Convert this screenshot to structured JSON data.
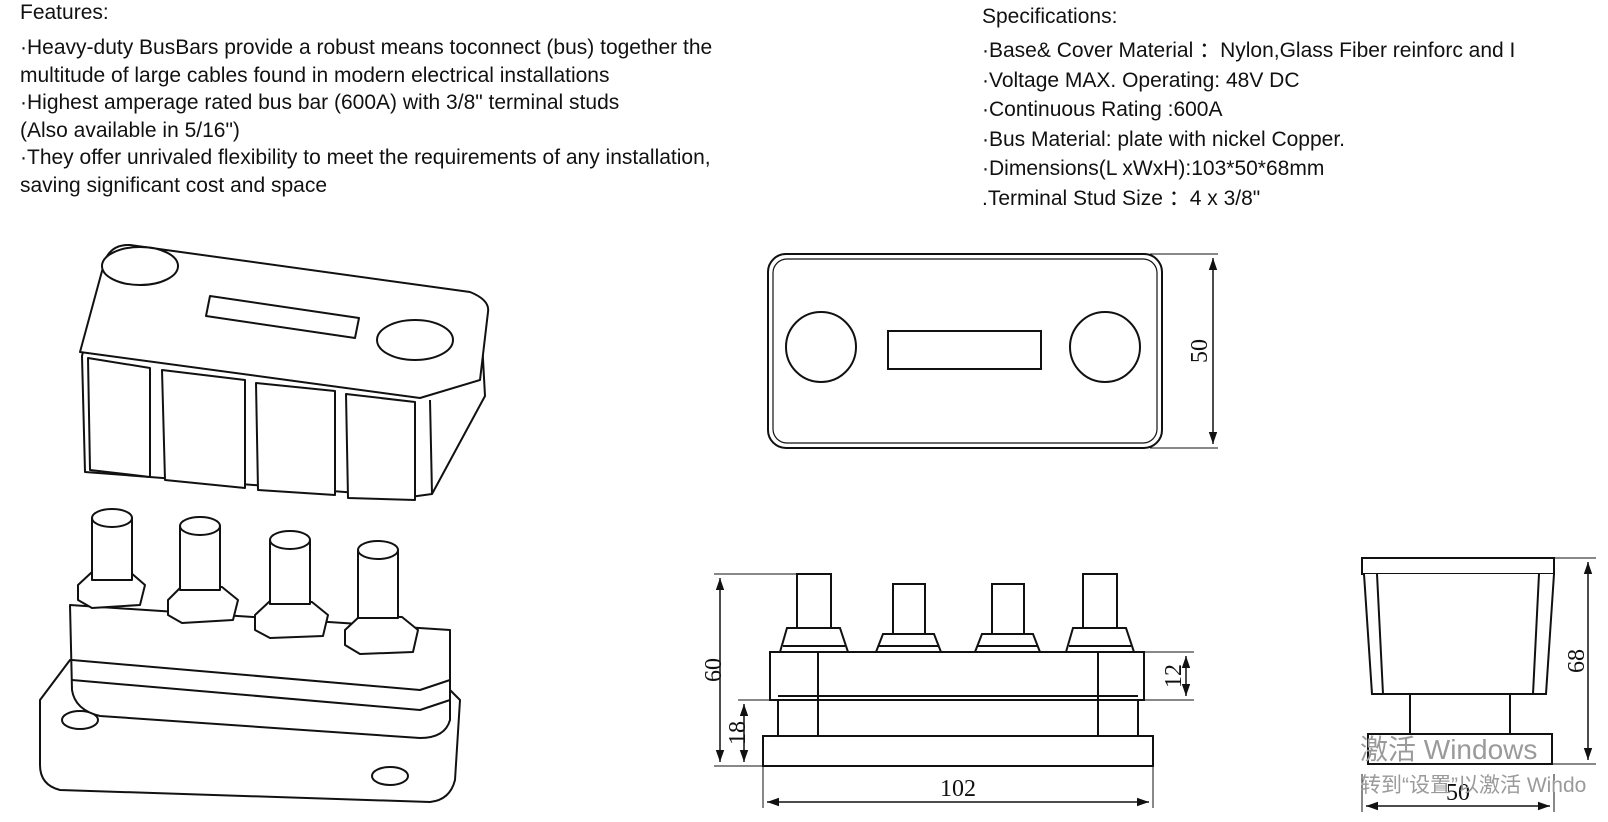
{
  "features": {
    "heading": "Features:",
    "lines": [
      "·Heavy-duty BusBars provide a robust means toconnect (bus) together the",
      "multitude of large cables found in modern electrical installations",
      "·Highest amperage rated bus bar (600A) with 3/8\" terminal studs",
      "(Also available in 5/16\")",
      "·They offer unrivaled flexibility to meet the requirements of any installation,",
      "saving significant cost and space"
    ]
  },
  "specifications": {
    "heading": "Specifications:",
    "lines": [
      "·Base& Cover Material ：Nylon,Glass Fiber reinforc and I",
      "·Voltage MAX. Operating: 48V DC",
      "·Continuous Rating :600A",
      " ·Bus Material:  plate with nickel Copper.",
      "·Dimensions(L xWxH):103*50*68mm",
      ".Terminal Stud Size ：4 x 3/8\""
    ]
  },
  "dimensions": {
    "top_view_width": "50",
    "front_height_total": "60",
    "front_base_height": "18",
    "front_stud_height": "12",
    "front_length": "102",
    "side_height": "68",
    "side_width": "50"
  },
  "watermark": {
    "line1": "激活 Windows",
    "line2": "转到“设置”以激活 Windo"
  }
}
